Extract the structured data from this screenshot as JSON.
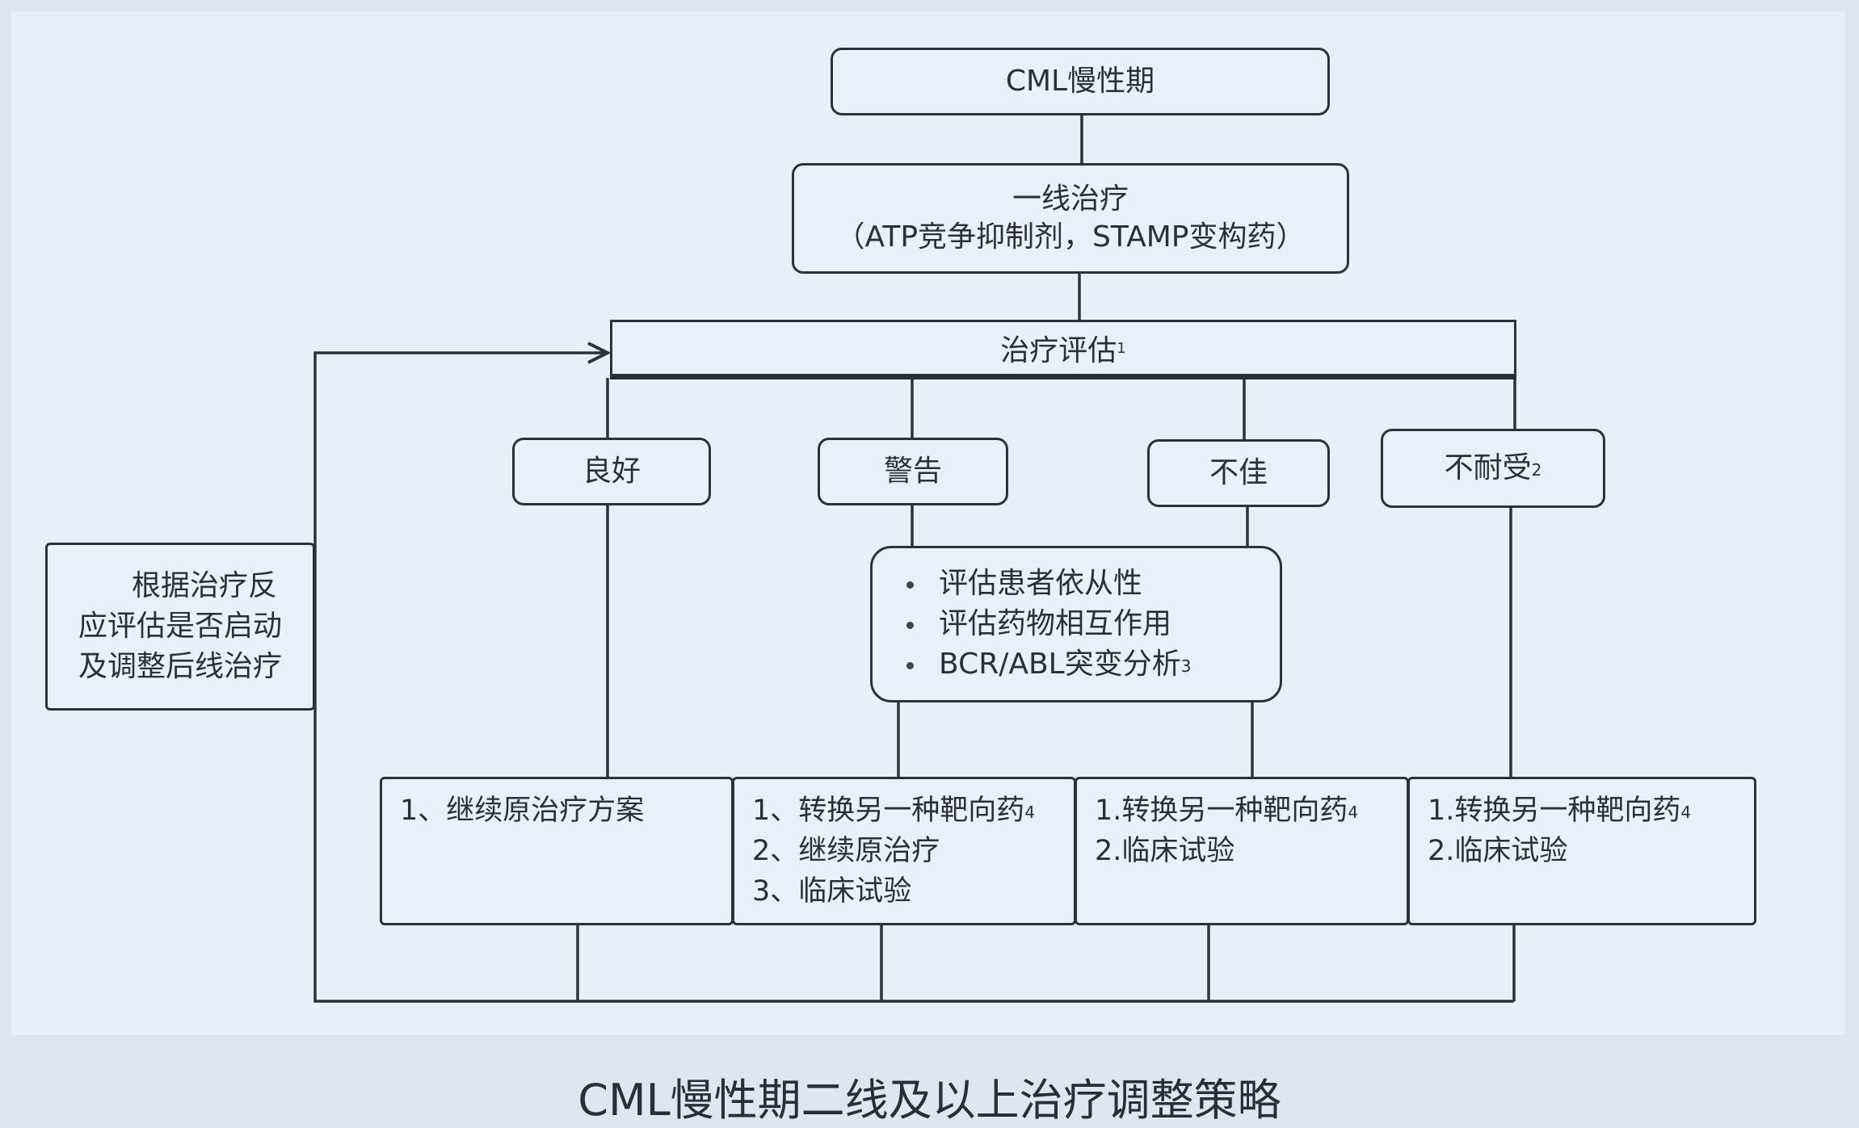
{
  "title": "CML慢性期二线及以上治疗调整策略",
  "nodes": {
    "start": "CML慢性期",
    "first_line": {
      "line1": "一线治疗",
      "line2": "（ATP竞争抑制剂，STAMP变构药）"
    },
    "assessment": {
      "label": "治疗评估",
      "footnote": "1"
    },
    "outcomes": [
      {
        "label": "良好",
        "footnote": ""
      },
      {
        "label": "警告",
        "footnote": ""
      },
      {
        "label": "不佳",
        "footnote": ""
      },
      {
        "label": "不耐受",
        "footnote": "2"
      }
    ],
    "warning_checks": [
      {
        "text": "评估患者依从性",
        "footnote": ""
      },
      {
        "text": "评估药物相互作用",
        "footnote": ""
      },
      {
        "text": "BCR/ABL突变分析",
        "footnote": "3"
      }
    ],
    "actions": [
      {
        "items": [
          {
            "text": "1、继续原治疗方案",
            "footnote": ""
          }
        ]
      },
      {
        "items": [
          {
            "text": "1、转换另一种靶向药",
            "footnote": "4"
          },
          {
            "text": "2、继续原治疗",
            "footnote": ""
          },
          {
            "text": "3、临床试验",
            "footnote": ""
          }
        ]
      },
      {
        "items": [
          {
            "text": "1.转换另一种靶向药",
            "footnote": "4"
          },
          {
            "text": "2.临床试验",
            "footnote": ""
          }
        ]
      },
      {
        "items": [
          {
            "text": "1.转换另一种靶向药",
            "footnote": "4"
          },
          {
            "text": "2.临床试验",
            "footnote": ""
          }
        ]
      }
    ],
    "feedback": {
      "lines": [
        "根据治疗反",
        "应评估是否启动",
        "及调整后线治疗"
      ]
    }
  },
  "colors": {
    "line": "#2e3238",
    "box_fill": "#eaf0f7",
    "background": "#dfe6ee"
  }
}
